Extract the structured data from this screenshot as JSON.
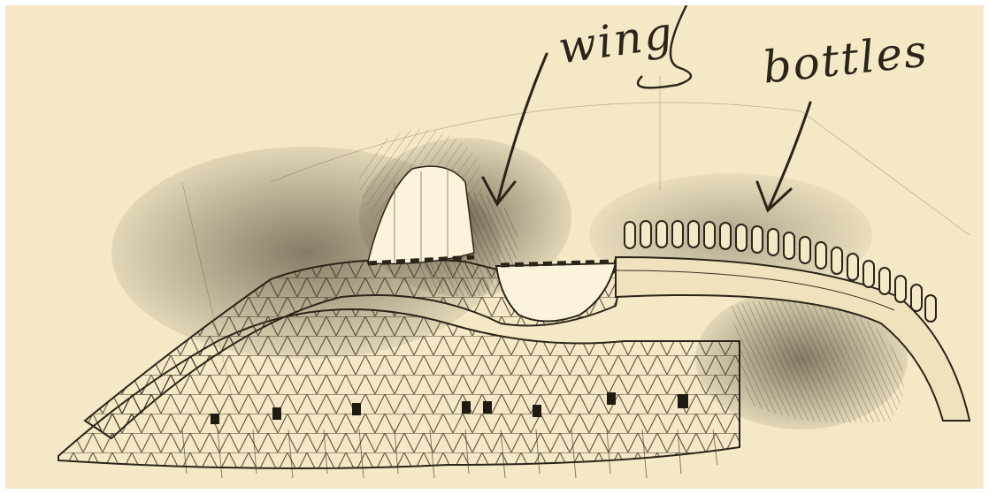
{
  "drawing": {
    "style": "pencil sketch on sepia paper",
    "paper_color": "#f4e8c6",
    "ink_color": "#2b2418",
    "annotations": {
      "wing_label": "wing",
      "bottles_label": "bottles"
    }
  }
}
